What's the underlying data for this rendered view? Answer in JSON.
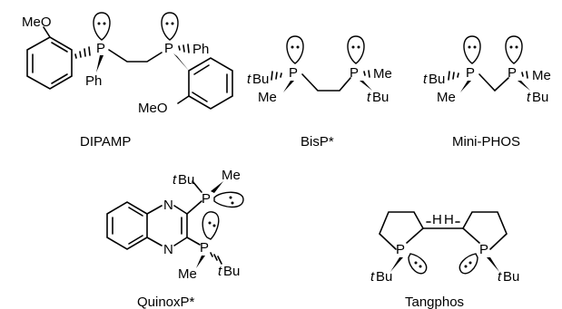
{
  "ligands": [
    {
      "name": "DIPAMP"
    },
    {
      "name": "BisP*"
    },
    {
      "name": "Mini-PHOS"
    },
    {
      "name": "QuinoxP*"
    },
    {
      "name": "Tangphos"
    }
  ],
  "atoms": {
    "phosphorus": "P",
    "nitrogen": "N",
    "hydrogen": "H",
    "methoxy_left": "MeO",
    "methyl": "Me",
    "phenyl": "Ph",
    "tert_prefix": "t",
    "butyl": "Bu"
  }
}
